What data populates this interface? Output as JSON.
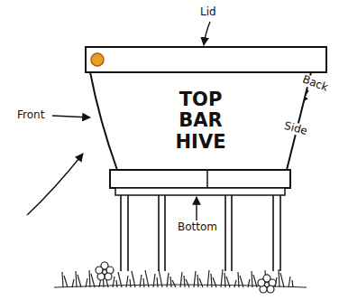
{
  "diagram": {
    "nodes": [
      {
        "text": [
          "TOP BAR HIVE"
        ]
      }
    ],
    "labels": [
      "Lid",
      "Front",
      "Back",
      "Side",
      "Bottom"
    ]
  }
}
